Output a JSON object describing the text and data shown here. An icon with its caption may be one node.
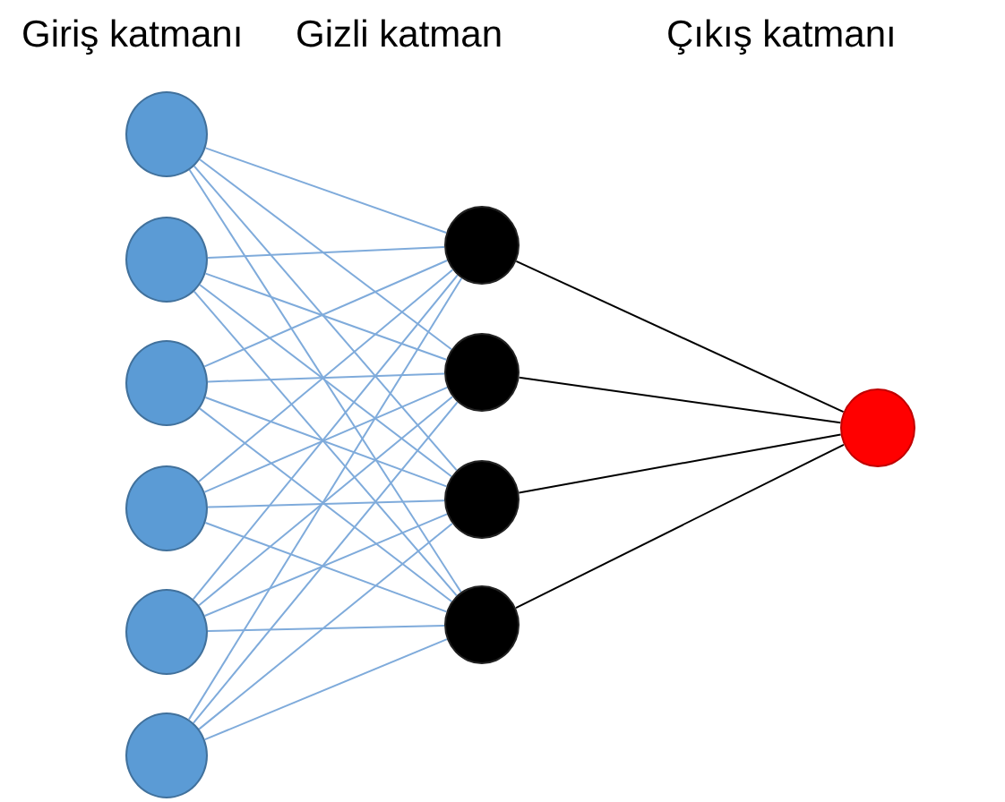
{
  "diagram": {
    "nodes": [
      {
        "text": [],
        "shape": "circle"
      },
      {
        "text": [],
        "shape": "circle"
      },
      {
        "text": [],
        "shape": "circle"
      },
      {
        "text": [],
        "shape": "circle"
      },
      {
        "text": [],
        "shape": "circle"
      },
      {
        "text": [],
        "shape": "circle"
      },
      {
        "text": [],
        "shape": "circle"
      },
      {
        "text": [],
        "shape": "circle"
      },
      {
        "text": [],
        "shape": "circle"
      },
      {
        "text": [],
        "shape": "circle"
      },
      {
        "text": [],
        "shape": "circle"
      }
    ],
    "edges": [
      {
        "from": 0,
        "to": 6,
        "arrow": "none"
      },
      {
        "from": 0,
        "to": 7,
        "arrow": "none"
      },
      {
        "from": 0,
        "to": 8,
        "arrow": "none"
      },
      {
        "from": 0,
        "to": 9,
        "arrow": "none"
      },
      {
        "from": 1,
        "to": 6,
        "arrow": "none"
      },
      {
        "from": 1,
        "to": 7,
        "arrow": "none"
      },
      {
        "from": 1,
        "to": 8,
        "arrow": "none"
      },
      {
        "from": 1,
        "to": 9,
        "arrow": "none"
      },
      {
        "from": 2,
        "to": 6,
        "arrow": "none"
      },
      {
        "from": 2,
        "to": 7,
        "arrow": "none"
      },
      {
        "from": 2,
        "to": 8,
        "arrow": "none"
      },
      {
        "from": 2,
        "to": 9,
        "arrow": "none"
      },
      {
        "from": 3,
        "to": 6,
        "arrow": "none"
      },
      {
        "from": 3,
        "to": 7,
        "arrow": "none"
      },
      {
        "from": 3,
        "to": 8,
        "arrow": "none"
      },
      {
        "from": 3,
        "to": 9,
        "arrow": "none"
      },
      {
        "from": 4,
        "to": 6,
        "arrow": "none"
      },
      {
        "from": 4,
        "to": 7,
        "arrow": "none"
      },
      {
        "from": 4,
        "to": 8,
        "arrow": "none"
      },
      {
        "from": 4,
        "to": 9,
        "arrow": "none"
      },
      {
        "from": 5,
        "to": 6,
        "arrow": "none"
      },
      {
        "from": 5,
        "to": 7,
        "arrow": "none"
      },
      {
        "from": 5,
        "to": 8,
        "arrow": "none"
      },
      {
        "from": 5,
        "to": 9,
        "arrow": "none"
      },
      {
        "from": 6,
        "to": 10,
        "arrow": "none",
        "color": "#000000"
      },
      {
        "from": 7,
        "to": 10,
        "arrow": "none",
        "color": "#000000"
      },
      {
        "from": 8,
        "to": 10,
        "arrow": "none",
        "color": "#000000"
      },
      {
        "from": 9,
        "to": 10,
        "arrow": "none",
        "color": "#000000"
      }
    ],
    "labels": [
      "Giriş katmanı",
      "Gizli katman",
      "Çıkış katmanı"
    ]
  }
}
